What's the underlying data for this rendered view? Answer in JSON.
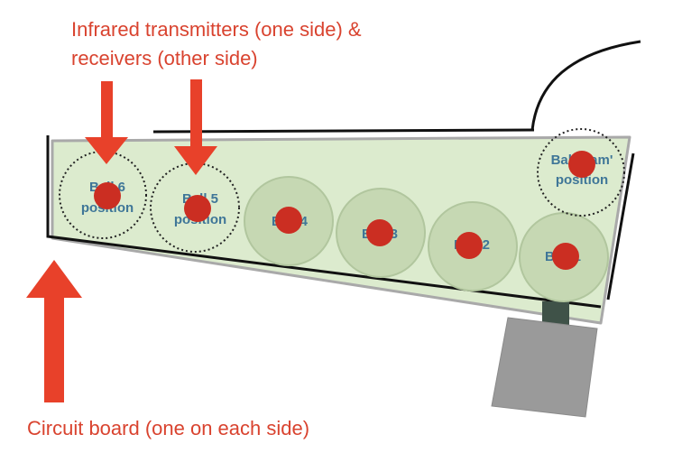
{
  "annotations": {
    "transmitters_line1": "Infrared transmitters (one side) &",
    "transmitters_line2": "receivers (other side)",
    "circuit_board": "Circuit board (one on each side)"
  },
  "balls": [
    {
      "id": "ball-6",
      "line1": "Ball 6",
      "line2": "position",
      "kind": "empty-position"
    },
    {
      "id": "ball-5",
      "line1": "Ball 5",
      "line2": "position",
      "kind": "empty-position"
    },
    {
      "id": "ball-4",
      "line1": "Ball 4",
      "line2": "",
      "kind": "ball"
    },
    {
      "id": "ball-3",
      "line1": "Ball 3",
      "line2": "",
      "kind": "ball"
    },
    {
      "id": "ball-2",
      "line1": "Ball 2",
      "line2": "",
      "kind": "ball"
    },
    {
      "id": "ball-1",
      "line1": "Ball 1",
      "line2": "",
      "kind": "ball"
    },
    {
      "id": "ball-jam",
      "line1": "Ball 'Jam'",
      "line2": "position",
      "kind": "empty-position"
    }
  ],
  "colors": {
    "arrow": "#e8412a",
    "label_text": "#d9432f",
    "ball_label_text": "#3f7698",
    "tray_fill": "#dcebce",
    "tray_stroke": "#a9a9a9",
    "ball_fill": "#c6d8b3",
    "ball_stroke": "#b1c69e",
    "red_dot": "#cb2e22",
    "rail": "#111111",
    "motor": "#9a9a9a",
    "motor_coupler": "#3f5248"
  }
}
